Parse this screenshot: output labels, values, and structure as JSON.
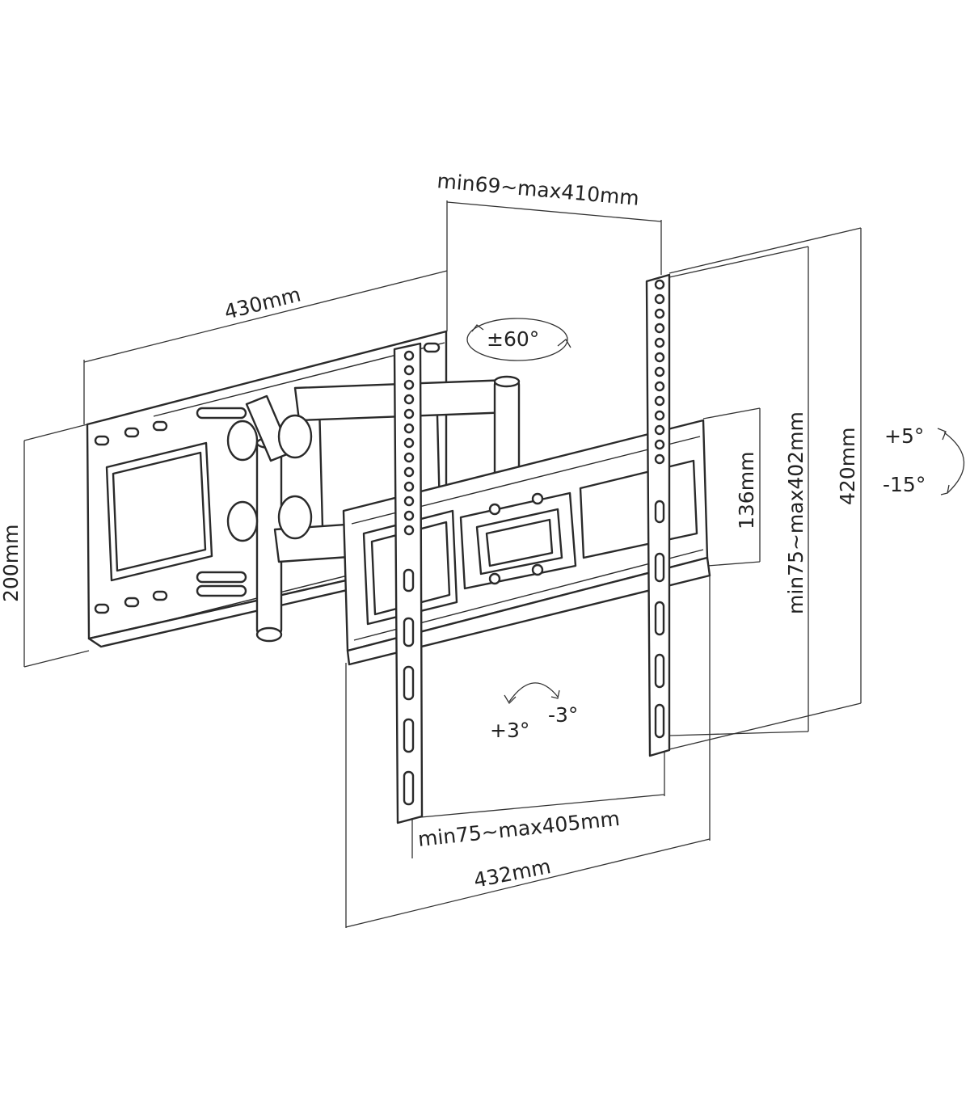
{
  "dimensions": {
    "arm_extension": "min69~max410mm",
    "wall_plate_width": "430mm",
    "wall_plate_height": "200mm",
    "bracket_inner_height": "136mm",
    "vesa_vertical": "min75~max402mm",
    "arm_height": "420mm",
    "vesa_horizontal": "min75~max405mm",
    "bracket_width": "432mm"
  },
  "motion": {
    "swivel": "±60°",
    "tilt_up": "+5°",
    "tilt_down": "-15°",
    "rotate_plus": "+3°",
    "rotate_minus": "-3°"
  },
  "colors": {
    "line": "#2a2a2a",
    "background": "#ffffff"
  }
}
